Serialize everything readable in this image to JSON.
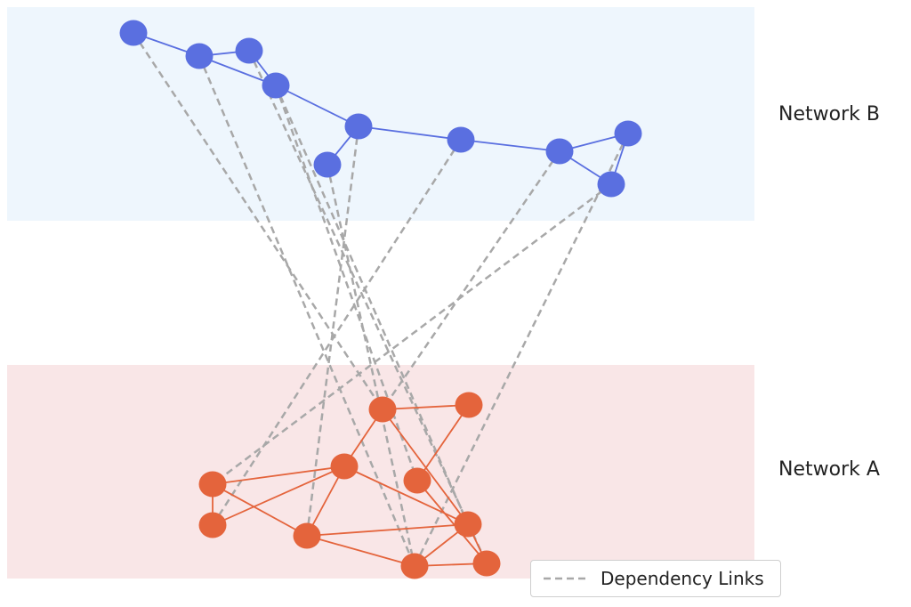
{
  "labels": {
    "network_b": "Network B",
    "network_a": "Network A"
  },
  "legend": {
    "dependency": "Dependency Links"
  },
  "colors": {
    "network_b_node": "#5a6fe0",
    "network_b_edge": "#5a6fe0",
    "network_b_band": "#eef6fd",
    "network_a_node": "#e4643c",
    "network_a_edge": "#e4643c",
    "network_a_band": "#f9e6e7",
    "dependency": "#a8a8a8"
  },
  "network_b": {
    "nodes": [
      "B1",
      "B2",
      "B3",
      "B4",
      "B5",
      "B6",
      "B7",
      "B8",
      "B9",
      "B10"
    ],
    "edges": [
      [
        "B1",
        "B2"
      ],
      [
        "B2",
        "B3"
      ],
      [
        "B2",
        "B4"
      ],
      [
        "B3",
        "B4"
      ],
      [
        "B4",
        "B5"
      ],
      [
        "B5",
        "B6"
      ],
      [
        "B5",
        "B7"
      ],
      [
        "B7",
        "B8"
      ],
      [
        "B8",
        "B9"
      ],
      [
        "B8",
        "B10"
      ],
      [
        "B9",
        "B10"
      ]
    ]
  },
  "network_a": {
    "nodes": [
      "A1",
      "A2",
      "A3",
      "A4",
      "A5",
      "A6",
      "A7",
      "A8",
      "A9",
      "A10",
      "A11"
    ],
    "edges": [
      [
        "A1",
        "A2"
      ],
      [
        "A1",
        "A3"
      ],
      [
        "A1",
        "A4"
      ],
      [
        "A2",
        "A4"
      ],
      [
        "A3",
        "A4"
      ],
      [
        "A4",
        "A5"
      ],
      [
        "A5",
        "A6"
      ],
      [
        "A6",
        "A8"
      ],
      [
        "A4",
        "A9"
      ],
      [
        "A9",
        "A10"
      ],
      [
        "A10",
        "A8"
      ],
      [
        "A9",
        "A5"
      ],
      [
        "A9",
        "A7"
      ],
      [
        "A11",
        "A7"
      ],
      [
        "A11",
        "A3"
      ],
      [
        "A11",
        "A10"
      ],
      [
        "A9",
        "A3"
      ]
    ]
  },
  "dependency_links": [
    [
      "B1",
      "A5"
    ],
    [
      "B2",
      "A7"
    ],
    [
      "B3",
      "A10"
    ],
    [
      "B4",
      "A8"
    ],
    [
      "B5",
      "A3"
    ],
    [
      "B6",
      "A7"
    ],
    [
      "B7",
      "A2"
    ],
    [
      "B8",
      "A5"
    ],
    [
      "B9",
      "A11"
    ],
    [
      "B10",
      "A1"
    ],
    [
      "B4",
      "A9"
    ]
  ]
}
